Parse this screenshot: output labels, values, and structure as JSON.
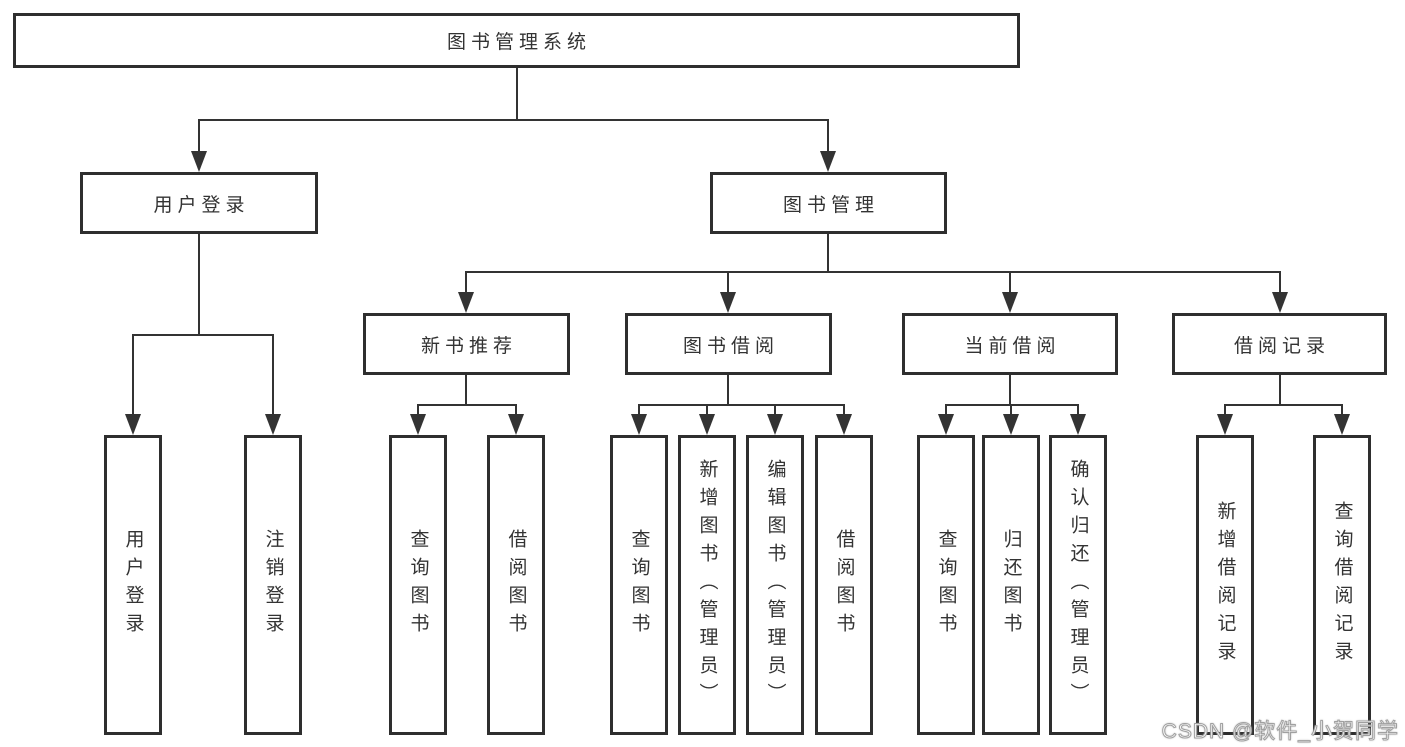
{
  "tree": {
    "root": {
      "label": "图书管理系统"
    },
    "level2": [
      {
        "label": "用户登录",
        "children": [
          "用户登录",
          "注销登录"
        ]
      },
      {
        "label": "图书管理"
      }
    ],
    "level3": [
      {
        "label": "新书推荐",
        "children": [
          "查询图书",
          "借阅图书"
        ]
      },
      {
        "label": "图书借阅",
        "children": [
          "查询图书",
          "新增图书（管理员）",
          "编辑图书（管理员）",
          "借阅图书"
        ]
      },
      {
        "label": "当前借阅",
        "children": [
          "查询图书",
          "归还图书",
          "确认归还（管理员）"
        ]
      },
      {
        "label": "借阅记录",
        "children": [
          "新增借阅记录",
          "查询借阅记录"
        ]
      }
    ]
  },
  "watermark": {
    "text": "CSDN @软件_小贺同学"
  },
  "colors": {
    "line": "#333333",
    "box_border": "#2e2e2e",
    "text": "#333333",
    "background": "#ffffff",
    "watermark_fill": "#ffffff",
    "watermark_outline": "#a0a0a0"
  }
}
